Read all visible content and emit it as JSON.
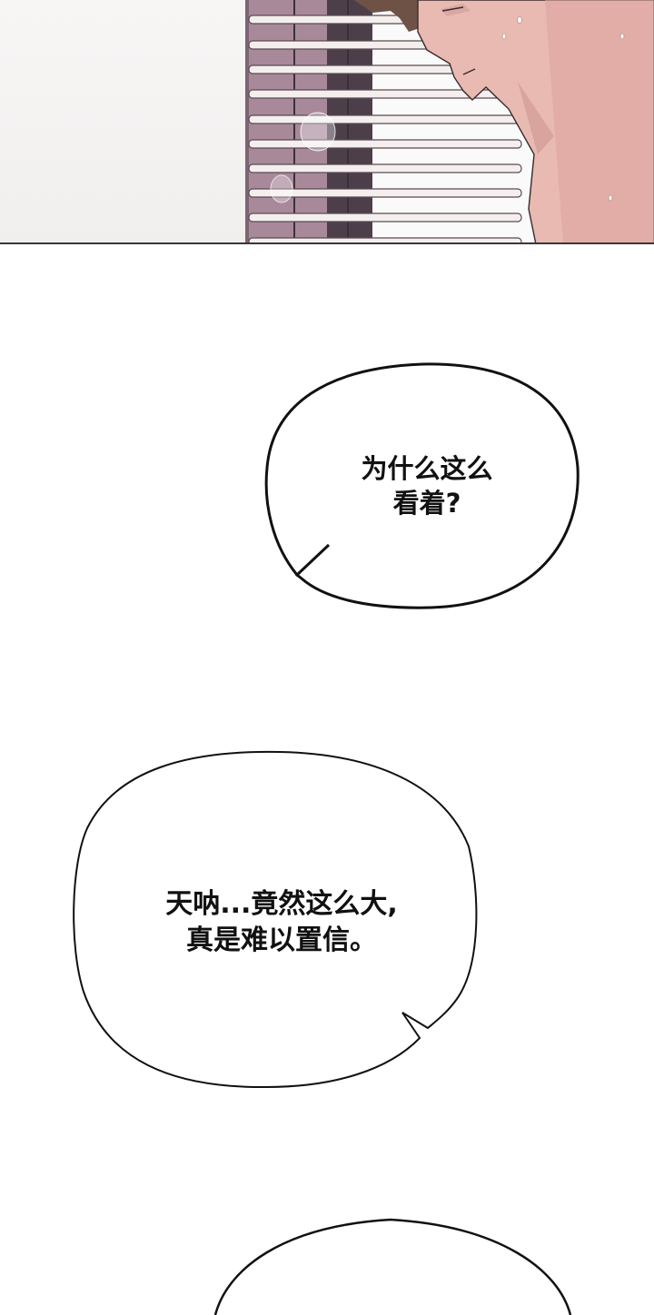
{
  "comic": {
    "panels": [
      {
        "id": "panel-window-blinds",
        "description": "Shirtless man with brown hair leaning by pink window blinds, sweating, smiling",
        "colors": {
          "wall": "#f5f3f2",
          "blind_frame": "#a88a99",
          "blind_shadow": "#4a3e48",
          "slat": "#f4eeee",
          "slat_edge": "#5a4a52",
          "skin": "#e8b8b0",
          "hair": "#6b4f44",
          "border": "#3a3638"
        }
      }
    ],
    "bubbles": [
      {
        "id": "bubble-1",
        "lines": [
          "为什么这么",
          "看着?"
        ]
      },
      {
        "id": "bubble-2",
        "lines": [
          "天呐...竟然这么大,",
          "真是难以置信。"
        ]
      },
      {
        "id": "bubble-3",
        "lines": []
      }
    ]
  }
}
